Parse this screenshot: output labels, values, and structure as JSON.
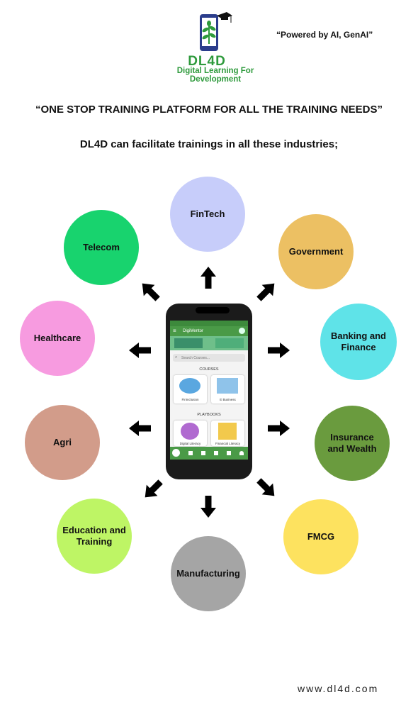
{
  "logo": {
    "title": "DL4D",
    "subtitle": "Digital Learning For Development"
  },
  "powered_by": "“Powered by AI, GenAI”",
  "headline": "“ONE STOP TRAINING PLATFORM FOR ALL THE TRAINING NEEDS”",
  "subheadline": "DL4D  can facilitate trainings in all these industries;",
  "industries": [
    {
      "label": "FinTech",
      "color": "#c7cdfa"
    },
    {
      "label": "Government",
      "color": "#ecc063"
    },
    {
      "label": "Banking and Finance",
      "color": "#5fe3e8"
    },
    {
      "label": "Insurance and Wealth",
      "color": "#6a9b3e"
    },
    {
      "label": "FMCG",
      "color": "#fde25f"
    },
    {
      "label": "Manufacturing",
      "color": "#a5a5a5"
    },
    {
      "label": "Education and Training",
      "color": "#bef565"
    },
    {
      "label": "Agri",
      "color": "#d29c8a"
    },
    {
      "label": "Healthcare",
      "color": "#f79be0"
    },
    {
      "label": "Telecom",
      "color": "#18d36e"
    }
  ],
  "phone": {
    "app_name": "DigiMentor",
    "search_placeholder": "Search Courses...",
    "courses_label": "COURSES",
    "course_1": "FinInclusion",
    "course_2": "E Business",
    "playbooks_label": "PLAYBOOKS",
    "playbook_1": "Digital Literacy",
    "playbook_2": "Financial Literacy"
  },
  "website": "www.dl4d.com"
}
